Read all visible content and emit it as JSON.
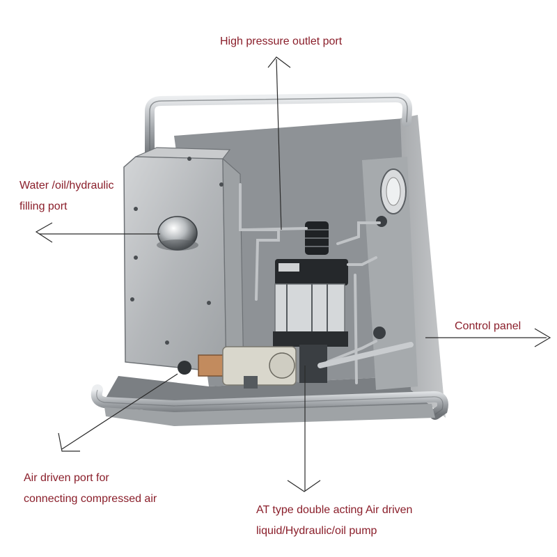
{
  "labels": {
    "outlet": "High pressure outlet port",
    "filling": [
      "Water /oil/hydraulic",
      "filling port"
    ],
    "control": "Control panel",
    "air": [
      "Air driven port for",
      "connecting compressed air"
    ],
    "pump": [
      "AT  type double acting Air driven",
      "liquid/Hydraulic/oil pump"
    ]
  },
  "colors": {
    "label_text": "#8a1e2a",
    "arrow": "#2a2a2a",
    "steel": "#b9bcbf",
    "steel_dark": "#7e8286",
    "cabinet_inside": "#8f9397"
  }
}
